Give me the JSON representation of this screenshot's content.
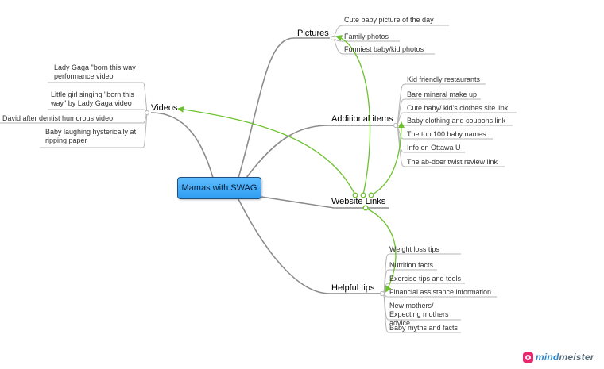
{
  "central": "Mamas with SWAG",
  "branches": {
    "pictures": {
      "label": "Pictures",
      "items": [
        "Cute baby picture of the day",
        "Family photos",
        "Funniest baby/kid photos"
      ]
    },
    "videos": {
      "label": "Videos",
      "items": [
        "Lady Gaga \"born this way performance video",
        "Little girl singing \"born this way\" by Lady Gaga video",
        "David after dentist humorous video",
        "Baby laughing hysterically at ripping paper"
      ]
    },
    "additional": {
      "label": "Additional items",
      "items": [
        "Kid friendly restaurants",
        "Bare mineral make up",
        "Cute baby/ kid's clothes site link",
        "Baby clothing and coupons link",
        "The top 100 baby names",
        "Info on Ottawa U",
        "The ab-doer twist review link"
      ]
    },
    "website": {
      "label": "Website Links"
    },
    "helpful": {
      "label": "Helpful tips",
      "items": [
        "Weight loss tips",
        "Nutrition facts",
        "Exercise tips and tools",
        "Financial assistance information",
        "New mothers/ Expecting mothers advice",
        "Baby myths and facts"
      ]
    }
  },
  "colors": {
    "branch": "#8c8c8c",
    "leaf_line": "#b5b5b5",
    "link": "#6cc22c",
    "central_fill": "#3ba8f7"
  },
  "logo": {
    "part_a": "mind",
    "part_b": "meister"
  }
}
